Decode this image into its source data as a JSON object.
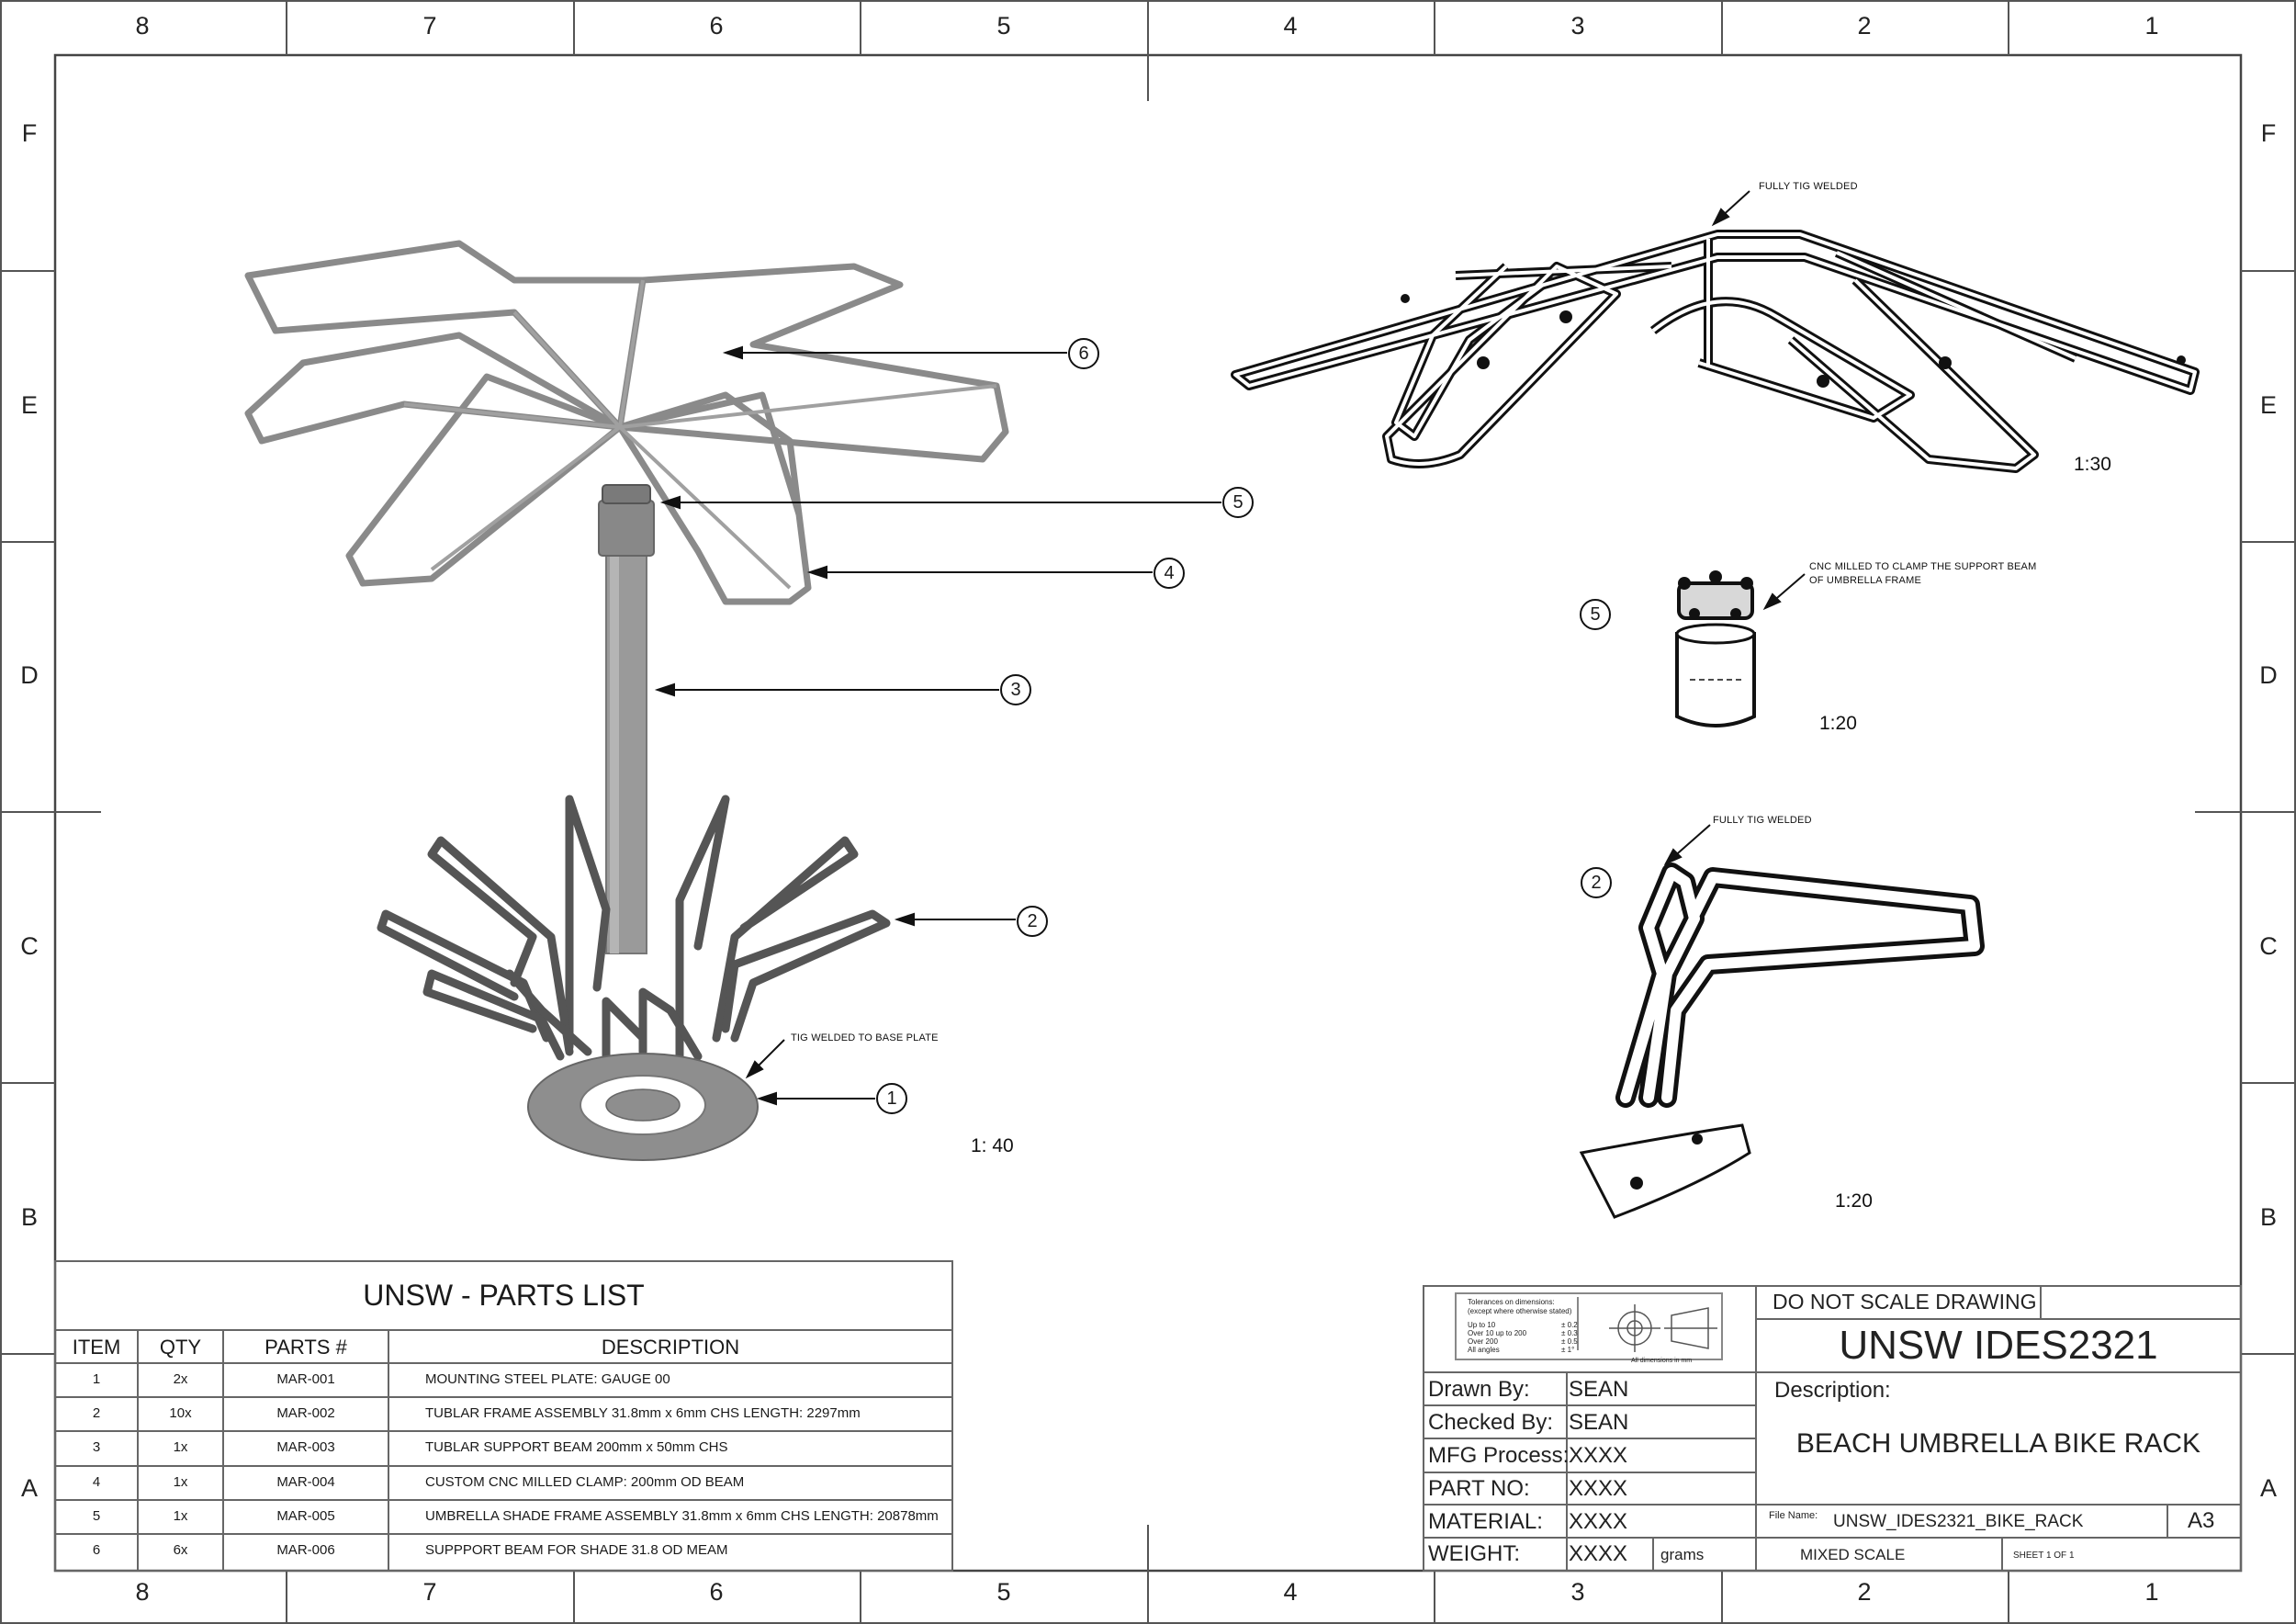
{
  "frame": {
    "columns": [
      "8",
      "7",
      "6",
      "5",
      "4",
      "3",
      "2",
      "1"
    ],
    "rows": [
      "F",
      "E",
      "D",
      "C",
      "B",
      "A"
    ]
  },
  "views": {
    "main_scale": "1: 40",
    "balloons": [
      "1",
      "2",
      "3",
      "4",
      "5",
      "6"
    ],
    "annotation_tig_base": "TIG WELDED TO BASE PLATE",
    "shade_frame": {
      "note": "FULLY TIG WELDED",
      "scale": "1:30"
    },
    "clamp": {
      "balloon": "5",
      "note_line1": "CNC MILLED TO CLAMP THE SUPPORT BEAM",
      "note_line2": "OF UMBRELLA FRAME",
      "scale": "1:20"
    },
    "frame_assembly": {
      "balloon": "2",
      "note": "FULLY TIG WELDED",
      "scale": "1:20"
    }
  },
  "parts_list": {
    "title": "UNSW - PARTS LIST",
    "headers": [
      "ITEM",
      "QTY",
      "PARTS #",
      "DESCRIPTION"
    ],
    "rows": [
      {
        "item": "1",
        "qty": "2x",
        "part": "MAR-001",
        "desc": "MOUNTING STEEL PLATE: GAUGE 00"
      },
      {
        "item": "2",
        "qty": "10x",
        "part": "MAR-002",
        "desc": "TUBLAR FRAME ASSEMBLY 31.8mm x 6mm CHS LENGTH: 2297mm"
      },
      {
        "item": "3",
        "qty": "1x",
        "part": "MAR-003",
        "desc": "TUBLAR SUPPORT BEAM 200mm x 50mm CHS"
      },
      {
        "item": "4",
        "qty": "1x",
        "part": "MAR-004",
        "desc": "CUSTOM CNC MILLED CLAMP: 200mm OD BEAM"
      },
      {
        "item": "5",
        "qty": "1x",
        "part": "MAR-005",
        "desc": "UMBRELLA SHADE FRAME ASSEMBLY 31.8mm x 6mm CHS LENGTH: 20878mm"
      },
      {
        "item": "6",
        "qty": "6x",
        "part": "MAR-006",
        "desc": "SUPPPORT BEAM FOR SHADE 31.8 OD MEAM"
      }
    ]
  },
  "title_block": {
    "tolerances": {
      "heading": "Tolerances on dimensions:",
      "subheading": "(except where otherwise stated)",
      "lines": [
        "Up to 10",
        "Over 10 up to 200",
        "Over 200",
        "All angles"
      ],
      "values": [
        "± 0.2",
        "± 0.3",
        "± 0.5",
        "± 1°"
      ],
      "units_note": "All dimensions in mm"
    },
    "do_not_scale": "DO NOT SCALE DRAWING",
    "drawing_title": "UNSW IDES2321",
    "description_label": "Description:",
    "description": "BEACH UMBRELLA BIKE RACK",
    "drawn_by_label": "Drawn By:",
    "drawn_by": "SEAN",
    "checked_by_label": "Checked By:",
    "checked_by": "SEAN",
    "mfg_label": "MFG Process:",
    "mfg": "XXXX",
    "part_no_label": "PART NO:",
    "part_no": "XXXX",
    "material_label": "MATERIAL:",
    "material": "XXXX",
    "weight_label": "WEIGHT:",
    "weight": "XXXX",
    "weight_unit": "grams",
    "file_name_label": "File Name:",
    "file_name": "UNSW_IDES2321_BIKE_RACK",
    "sheet_size": "A3",
    "scale_note": "MIXED SCALE",
    "sheet": "SHEET 1 OF 1"
  }
}
